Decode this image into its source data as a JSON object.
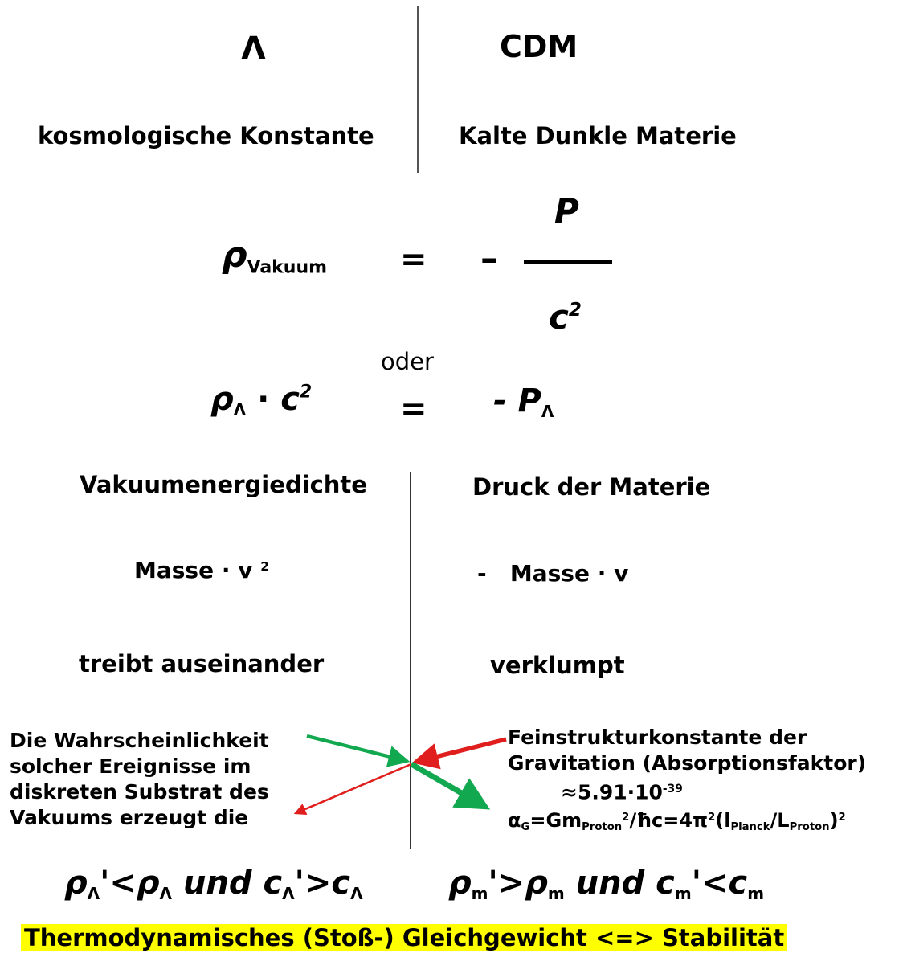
{
  "header": {
    "left_symbol": "Λ",
    "right_symbol": "CDM",
    "left_name": "kosmologische Konstante",
    "right_name": "Kalte Dunkle Materie"
  },
  "equation1": {
    "rho": "ρ",
    "rho_sub": "Vakuum",
    "equals": "=",
    "minus": "–",
    "numerator": "P",
    "denominator": "c",
    "denominator_exp": "2"
  },
  "connector": "oder",
  "equation2": {
    "rho": "ρ",
    "rho_sub": "Λ",
    "dot": "·",
    "c": "c",
    "c_exp": "2",
    "equals": "=",
    "rhs": "- P",
    "rhs_sub": "Λ"
  },
  "columns": {
    "left_title": "Vakuumenergiedichte",
    "right_title": "Druck der Materie",
    "left_formula": "Masse · v",
    "left_formula_exp": "2",
    "right_formula": "-   Masse · v",
    "left_effect": "treibt auseinander",
    "right_effect": "verklumpt"
  },
  "left_note": [
    "Die Wahrscheinlichkeit",
    "solcher Ereignisse im",
    "diskreten Substrat des",
    "Vakuums erzeugt die"
  ],
  "right_note": {
    "line1": "Feinstrukturkonstante der",
    "line2": "Gravitation (Absorptionsfaktor)",
    "value_prefix": "≈5.91·10",
    "value_exp": "-39",
    "formula": {
      "alpha": "α",
      "alpha_sub": "G",
      "eq_gm": "=Gm",
      "proton_sub": "Proton",
      "sq1": "2",
      "hbar": "/ħc=4π",
      "sq2": "2",
      "open": "(l",
      "planck_sub": "Planck",
      "slash": "/L",
      "proton_sub2": "Proton",
      "close": ")",
      "sq3": "2"
    }
  },
  "bottom_left": {
    "rho": "ρ",
    "sub1": "Λ",
    "mid": "'<ρ",
    "sub2": "Λ",
    "und": " und c",
    "sub3": "Λ",
    "mid2": "'>c",
    "sub4": "Λ"
  },
  "bottom_right": {
    "rho": "ρ",
    "sub1": "m",
    "mid": "'>ρ",
    "sub2": "m",
    "und": " und c",
    "sub3": "m",
    "mid2": "'<c",
    "sub4": "m"
  },
  "conclusion": "Thermodynamisches (Stoß-) Gleichgewicht <=> Stabilität",
  "colors": {
    "arrow_green": "#12a84f",
    "arrow_red": "#e01e1e",
    "highlight": "#ffff00",
    "divider": "#555555"
  }
}
